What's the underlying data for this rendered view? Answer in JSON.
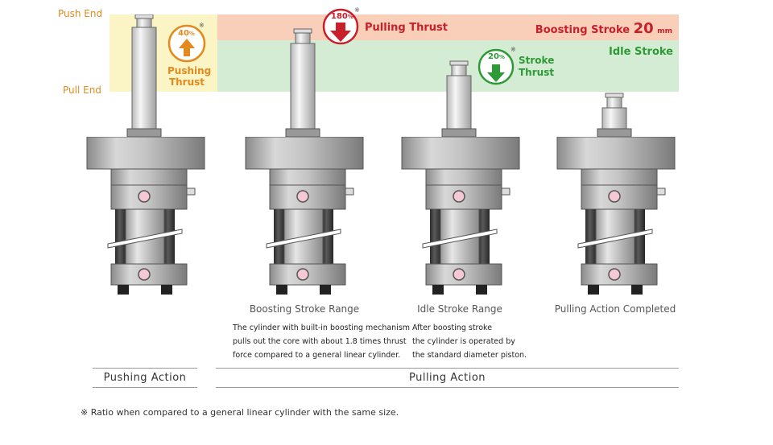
{
  "bands": {
    "push_end": "Push End",
    "pull_end": "Pull End",
    "boosting_stroke": {
      "label": "Boosting Stroke",
      "value": "20",
      "unit": "mm"
    },
    "idle_stroke": "Idle Stroke"
  },
  "thrusts": {
    "pushing": {
      "pct": "40",
      "unit": "%",
      "label_1": "Pushing",
      "label_2": "Thrust",
      "color": "#e38a1e"
    },
    "pulling": {
      "pct": "180",
      "unit": "%",
      "label": "Pulling Thrust",
      "color": "#c8202b"
    },
    "stroke": {
      "pct": "20",
      "unit": "%",
      "label_1": "Stroke",
      "label_2": "Thrust",
      "color": "#2e9a35"
    },
    "asterisk": "※"
  },
  "captions": {
    "boosting": "Boosting Stroke Range",
    "idle": "Idle Stroke Range",
    "completed": "Pulling Action Completed"
  },
  "descriptions": {
    "boosting": [
      "The cylinder with built-in boosting mechanism",
      "pulls out the core with about 1.8 times thrust",
      "force compared to a general linear cylinder."
    ],
    "idle": [
      "After boosting stroke",
      "the cylinder is operated by",
      "the standard diameter piston."
    ]
  },
  "actions": {
    "pushing": "Pushing Action",
    "pulling": "Pulling Action"
  },
  "footnote": "※ Ratio when compared to a general linear cylinder with the same size."
}
